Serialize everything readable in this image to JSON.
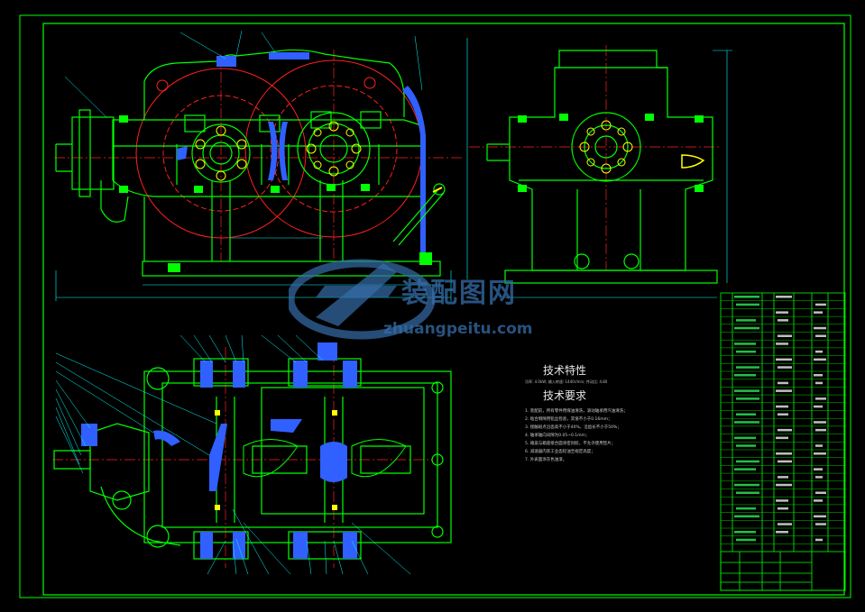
{
  "drawing": {
    "background": "#000000",
    "colors": {
      "border": "#00ff00",
      "outline": "#00ff00",
      "circle": "#ff2020",
      "centerline": "#ff2020",
      "dimension": "#00ffff",
      "hatch": "#3060ff",
      "bolt": "#ffff00",
      "text": "#ffffff"
    },
    "views": [
      "front-view",
      "side-view",
      "top-section-view"
    ]
  },
  "watermark": {
    "title": "装配图网",
    "url": "zhuangpeitu.com"
  },
  "technical_notes": {
    "characteristics_title": "技术特性",
    "requirements_title": "技术要求",
    "params_text": "功率: 4.0kW; 输入转速: 1440r/min; 传动比: 4.80",
    "requirements": [
      "1. 装配前，所有零件用煤油清洗，滚动轴承用汽油清洗；",
      "2. 啮合侧隙用铅丝检验，其值不小于0.16mm；",
      "3. 接触斑点沿齿高不小于40%，沿齿长不小于50%；",
      "4. 轴承轴向间隙为0.05~0.1mm；",
      "5. 箱盖与箱座接合面涂密封胶，不允许使用垫片；",
      "6. 减速器内装工业齿轮油至规定高度；",
      "7. 外表面涂灰色油漆。"
    ]
  }
}
